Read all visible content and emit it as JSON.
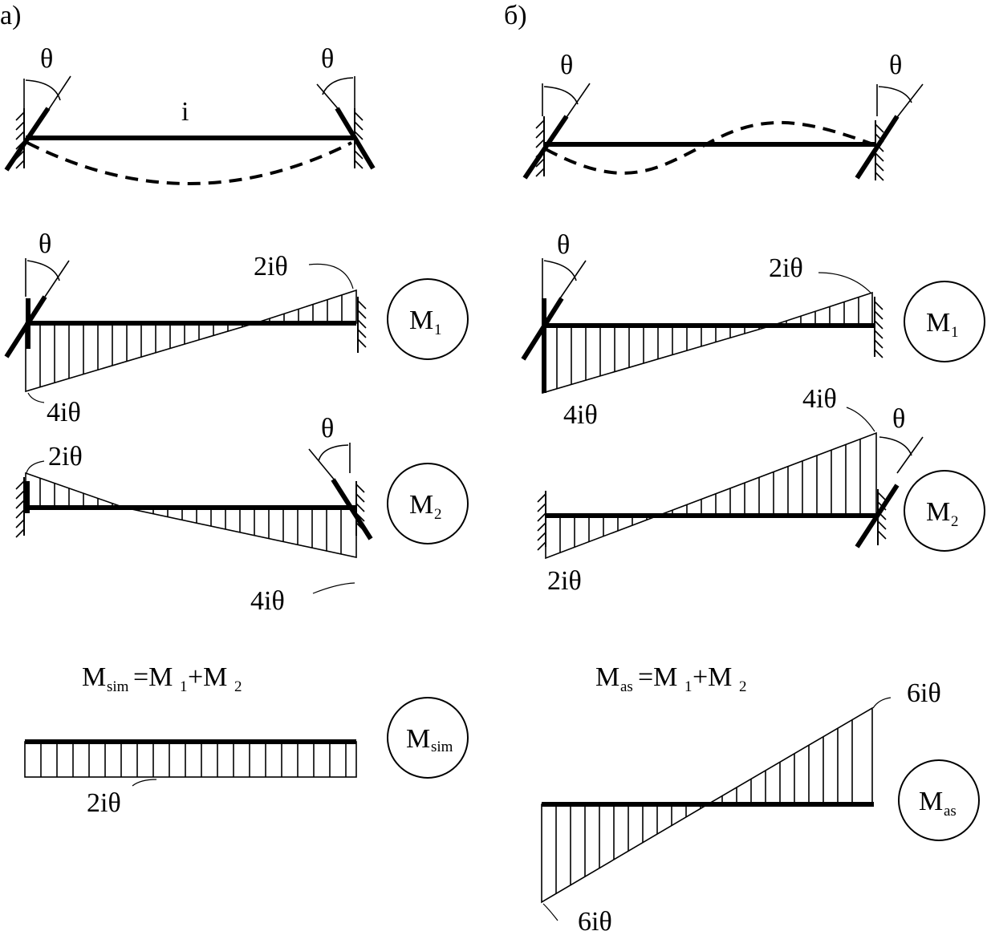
{
  "panels": {
    "a": {
      "panel_label": "а)",
      "theta": "θ",
      "stiffness": "i",
      "moment_labels": {
        "m1_right": "2iθ",
        "m1_left": "4iθ",
        "m2_left": "2iθ",
        "m2_right": "4iθ",
        "msum": "2iθ"
      },
      "circles": {
        "m1": {
          "main": "M",
          "sub": "1"
        },
        "m2": {
          "main": "M",
          "sub": "2"
        },
        "msum": {
          "main": "M",
          "sub": "sim"
        }
      },
      "equation": {
        "main1": "M",
        "sub1": "sim",
        "rest": "=M",
        "sub2": "1",
        "plus": "+M",
        "sub3": "2"
      }
    },
    "b": {
      "panel_label": "б)",
      "theta": "θ",
      "moment_labels": {
        "m1_right": "2iθ",
        "m1_left": "4iθ",
        "m2_right": "4iθ",
        "m2_left": "2iθ",
        "msum_right": "6iθ",
        "msum_left": "6iθ"
      },
      "circles": {
        "m1": {
          "main": "M",
          "sub": "1"
        },
        "m2": {
          "main": "M",
          "sub": "2"
        },
        "msum": {
          "main": "M",
          "sub": "as"
        }
      },
      "equation": {
        "main1": "M",
        "sub1": "as",
        "rest": "=M",
        "sub2": "1",
        "plus": "+M",
        "sub3": "2"
      }
    }
  }
}
